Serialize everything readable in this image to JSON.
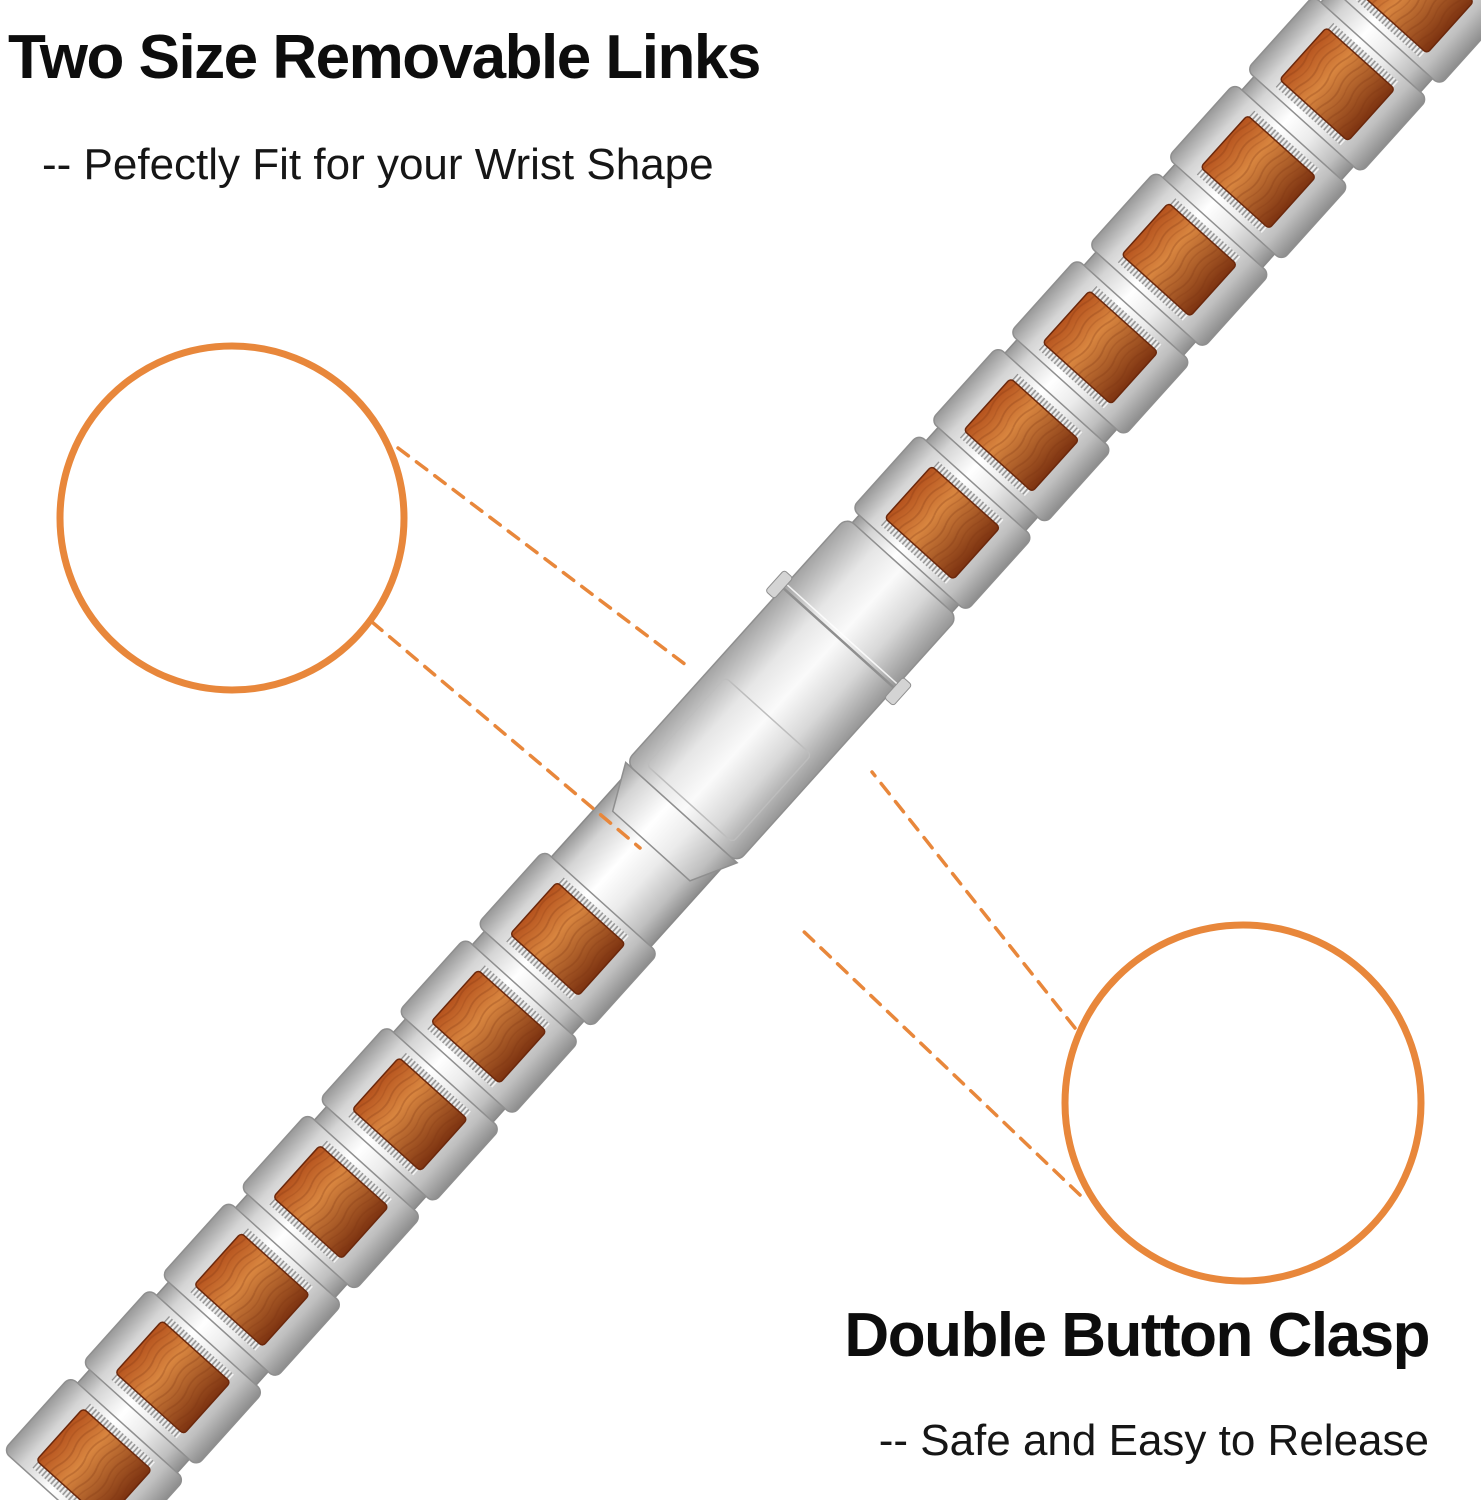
{
  "headings": {
    "removable_links": {
      "title": "Two Size Removable Links",
      "subtitle": "-- Pefectly Fit for your Wrist Shape"
    },
    "clasp": {
      "title": "Double Button Clasp",
      "subtitle": "-- Safe and Easy to Release"
    }
  },
  "colors": {
    "accent_orange": "#e8873b",
    "wood_light": "#d8853f",
    "wood_mid": "#b5521d",
    "wood_dark": "#7c3210",
    "steel_light": "#f7f7f7",
    "steel_mid": "#d8d8d8",
    "steel_dark": "#8f8f8f",
    "heading_text": "#0d0d0d",
    "background": "#ffffff"
  }
}
